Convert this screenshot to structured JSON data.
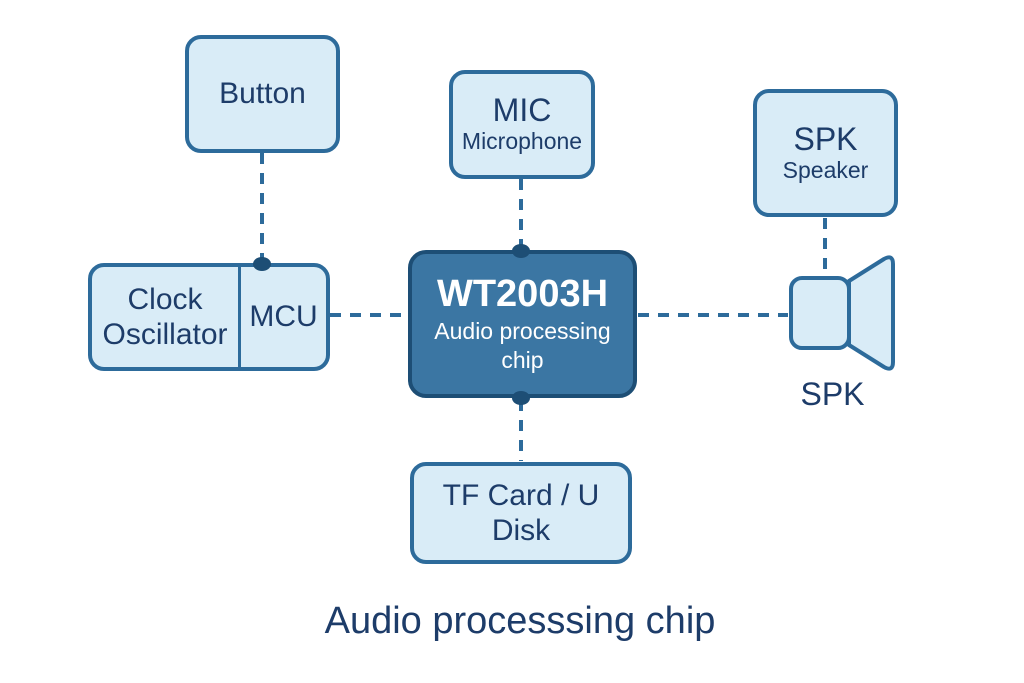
{
  "diagram": {
    "caption": "Audio processsing chip",
    "nodes": {
      "button": {
        "label": "Button"
      },
      "mic": {
        "title": "MIC",
        "subtitle": "Microphone"
      },
      "spk_box": {
        "title": "SPK",
        "subtitle": "Speaker"
      },
      "clock": {
        "label": "Clock Oscillator"
      },
      "mcu": {
        "label": "MCU"
      },
      "chip": {
        "title": "WT2003H",
        "subtitle": "Audio processing chip"
      },
      "storage": {
        "label": "TF Card / U Disk"
      },
      "speaker_icon_label": "SPK"
    },
    "icons": [
      "speaker-horn-icon"
    ],
    "colors": {
      "node_fill": "#d9ecf7",
      "node_border": "#2d6b9b",
      "chip_fill": "#3b76a3",
      "chip_border": "#1d4e75",
      "text": "#1d3c69",
      "line": "#2d6b9b",
      "dot": "#1d4e75",
      "background": "#ffffff"
    }
  }
}
